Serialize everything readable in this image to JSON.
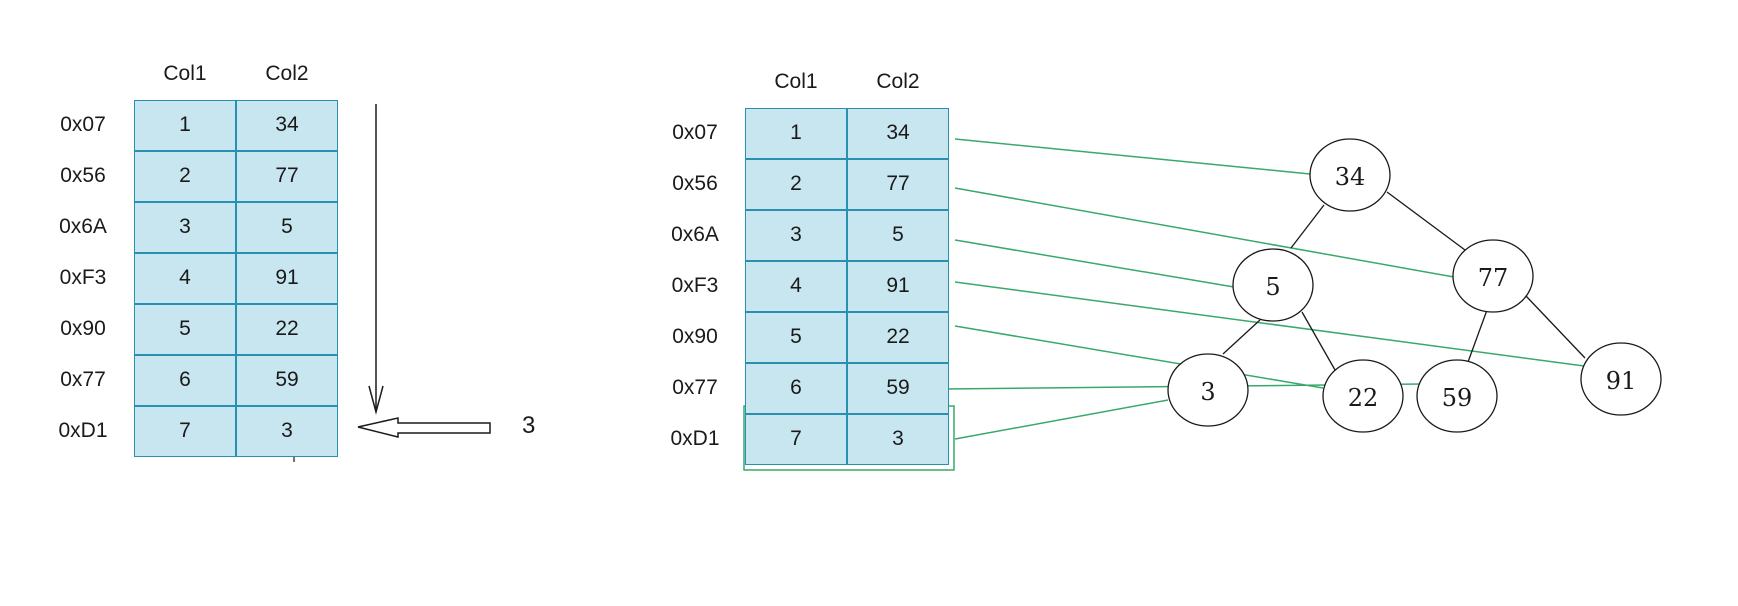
{
  "left_table": {
    "columns": [
      "Col1",
      "Col2"
    ],
    "rows": [
      {
        "addr": "0x07",
        "col1": "1",
        "col2": "34"
      },
      {
        "addr": "0x56",
        "col1": "2",
        "col2": "77"
      },
      {
        "addr": "0x6A",
        "col1": "3",
        "col2": "5"
      },
      {
        "addr": "0xF3",
        "col1": "4",
        "col2": "91"
      },
      {
        "addr": "0x90",
        "col1": "5",
        "col2": "22"
      },
      {
        "addr": "0x77",
        "col1": "6",
        "col2": "59"
      },
      {
        "addr": "0xD1",
        "col1": "7",
        "col2": "3"
      }
    ],
    "arrow_label": "3"
  },
  "right_table": {
    "columns": [
      "Col1",
      "Col2"
    ],
    "rows": [
      {
        "addr": "0x07",
        "col1": "1",
        "col2": "34"
      },
      {
        "addr": "0x56",
        "col1": "2",
        "col2": "77"
      },
      {
        "addr": "0x6A",
        "col1": "3",
        "col2": "5"
      },
      {
        "addr": "0xF3",
        "col1": "4",
        "col2": "91"
      },
      {
        "addr": "0x90",
        "col1": "5",
        "col2": "22"
      },
      {
        "addr": "0x77",
        "col1": "6",
        "col2": "59"
      },
      {
        "addr": "0xD1",
        "col1": "7",
        "col2": "3"
      }
    ]
  },
  "tree": {
    "nodes": [
      "34",
      "5",
      "77",
      "3",
      "22",
      "59",
      "91"
    ]
  },
  "colors": {
    "cell_fill": "#c8e6f0",
    "cell_border": "#2a8fb0",
    "link_line": "#3aa86b",
    "tree_edge": "#1a1a1a"
  }
}
